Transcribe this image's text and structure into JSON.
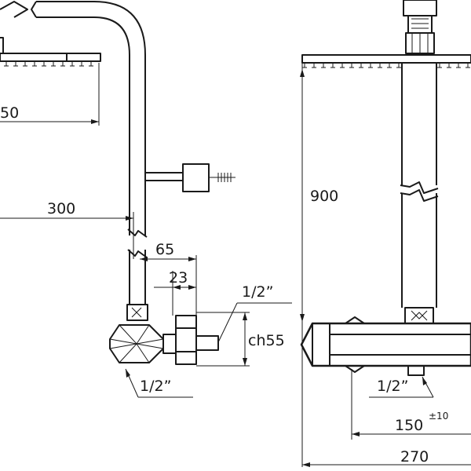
{
  "dimensions": {
    "head_width_partial": "50",
    "arm_reach": "300",
    "wall_offset": "65",
    "inlet_offset": "23",
    "thread_size_upper": "1/2”",
    "hex_size": "ch55",
    "thread_size_lower": "1/2”",
    "total_height": "900",
    "outlet_spacing": "150",
    "outlet_spacing_tolerance": "±10",
    "total_width": "270",
    "thread_size_outlet": "1/2”"
  },
  "colors": {
    "line": "#1a1a1a",
    "background": "#ffffff"
  }
}
